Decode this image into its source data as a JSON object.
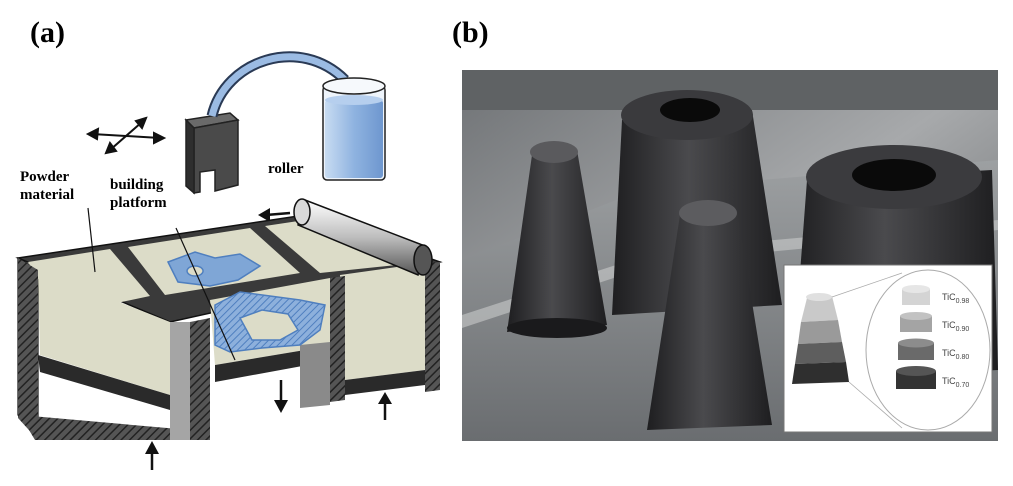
{
  "panels": {
    "a": {
      "label": "(a)",
      "callouts": {
        "powder_line1": "Powder",
        "powder_line2": "material",
        "platform_line1": "building",
        "platform_line2": "platform",
        "roller": "roller"
      }
    },
    "b": {
      "label": "(b)",
      "inset_labels": {
        "base1": "TiC",
        "sub1": "0.98",
        "base2": "TiC",
        "sub2": "0.90",
        "base3": "TiC",
        "sub3": "0.80",
        "base4": "TiC",
        "sub4": "0.70"
      }
    }
  },
  "colors": {
    "powder": "#dcdcc8",
    "machine_dark": "#3a3a3a",
    "part_blue": "#7fa6d6",
    "liquid_blue": "#8fb3e0",
    "photo_bg": "#8a8d90",
    "cone_dark": "#2c2c2e"
  }
}
